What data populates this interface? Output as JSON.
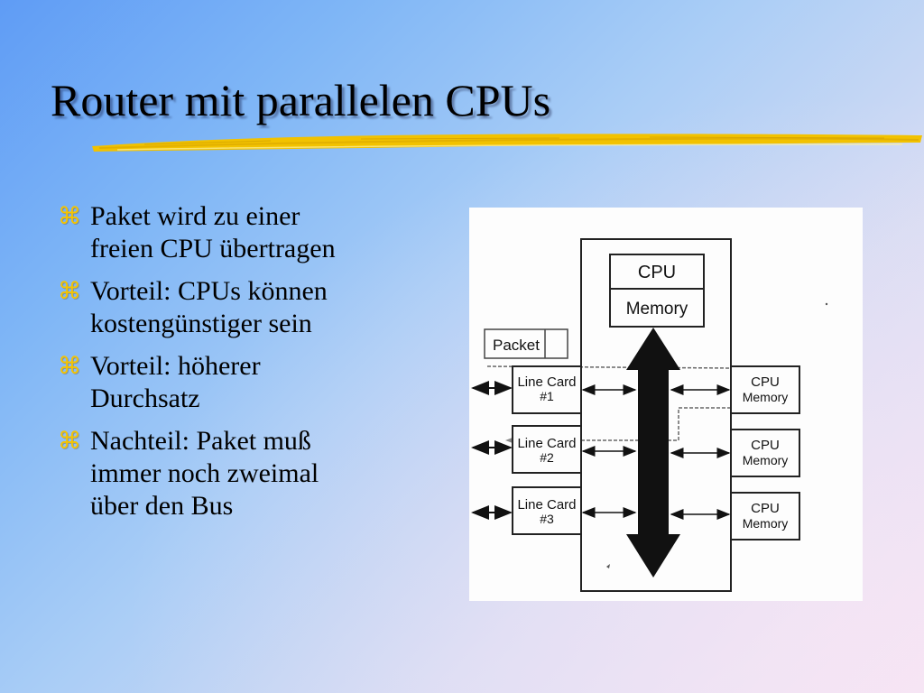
{
  "slide": {
    "title": "Router mit parallelen CPUs",
    "bullet_icon": "command-key-icon",
    "bullets": [
      {
        "text": "Paket wird zu einer\nfreien CPU übertragen"
      },
      {
        "text": "Vorteil: CPUs können\nkostengünstiger sein"
      },
      {
        "text": "Vorteil: höherer\nDurchsatz"
      },
      {
        "text": "Nachteil: Paket muß\nimmer noch zweimal\nüber den Bus"
      }
    ]
  },
  "colors": {
    "bullet": "#f5c400",
    "title_underline": "#f2c200"
  },
  "diagram": {
    "central_cpu": "CPU",
    "central_memory": "Memory",
    "packet_label": "Packet",
    "line_cards": [
      {
        "name": "Line Card",
        "number": "#1"
      },
      {
        "name": "Line Card",
        "number": "#2"
      },
      {
        "name": "Line Card",
        "number": "#3"
      }
    ],
    "cpu_modules": [
      {
        "cpu": "CPU",
        "memory": "Memory"
      },
      {
        "cpu": "CPU",
        "memory": "Memory"
      },
      {
        "cpu": "CPU",
        "memory": "Memory"
      }
    ]
  }
}
